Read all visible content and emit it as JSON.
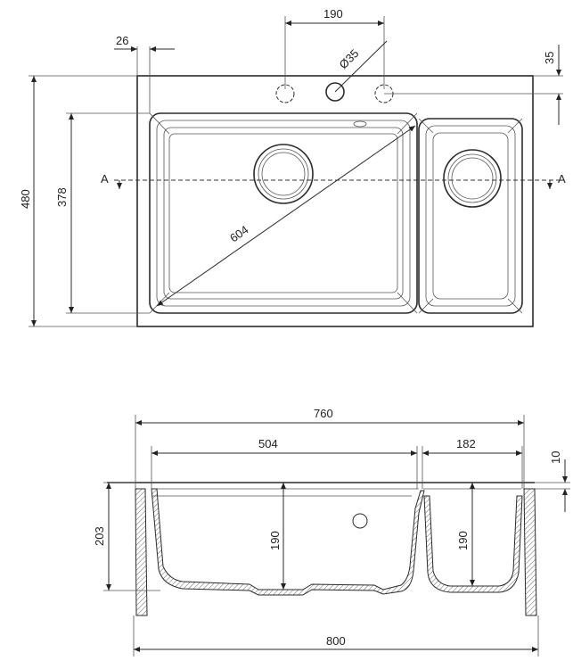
{
  "drawing": {
    "top_view": {
      "dimensions": {
        "tap_spacing": "190",
        "edge_offset": "26",
        "tap_hole_diameter": "35",
        "tap_hole_diameter_symbol": "Ø",
        "edge_to_holes": "35",
        "overall_depth": "480",
        "bowl_depth": "378",
        "bowl_diagonal": "604"
      },
      "section_markers": {
        "left": "A",
        "right": "A"
      }
    },
    "section_view": {
      "dimensions": {
        "inner_width": "760",
        "large_bowl_width": "504",
        "small_bowl_width": "182",
        "rim_thickness": "10",
        "overall_height": "203",
        "large_bowl_height": "190",
        "small_bowl_height": "190",
        "overall_width": "800"
      }
    }
  }
}
